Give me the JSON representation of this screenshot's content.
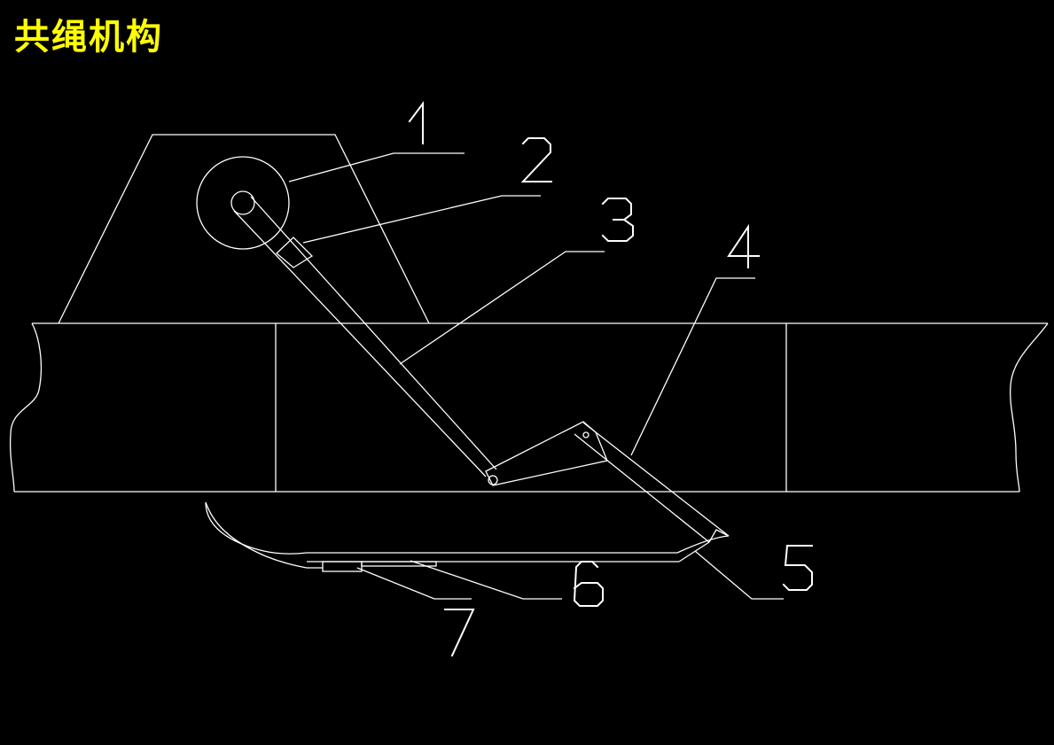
{
  "title": "共绳机构",
  "colors": {
    "background": "#000000",
    "title": "#ffff00",
    "lines": "#ffffff"
  },
  "callouts": [
    {
      "id": "1",
      "label": "1"
    },
    {
      "id": "2",
      "label": "2"
    },
    {
      "id": "3",
      "label": "3"
    },
    {
      "id": "4",
      "label": "4"
    },
    {
      "id": "5",
      "label": "5"
    },
    {
      "id": "6",
      "label": "6"
    },
    {
      "id": "7",
      "label": "7"
    }
  ]
}
